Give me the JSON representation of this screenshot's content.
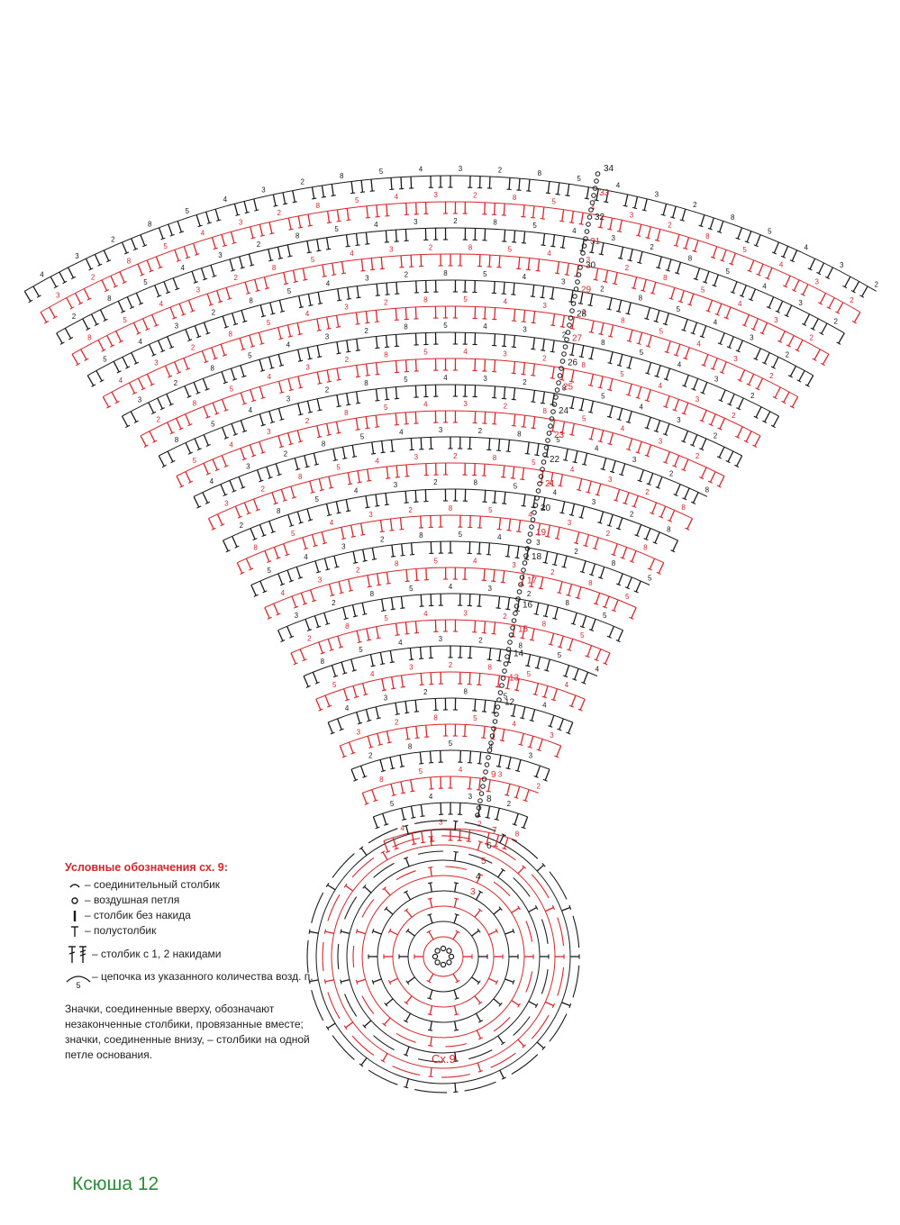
{
  "diagram": {
    "row_labels": [
      "3",
      "4",
      "5",
      "6",
      "7",
      "8",
      "9",
      "12",
      "13",
      "14",
      "15",
      "16",
      "17",
      "18",
      "19",
      "20",
      "21",
      "22",
      "23",
      "24",
      "25",
      "26",
      "27",
      "28",
      "29",
      "30",
      "31",
      "32",
      "33",
      "34"
    ],
    "chain_labels": [
      "2",
      "3",
      "4",
      "5",
      "8"
    ],
    "colors": {
      "red": "#d6262b",
      "black": "#1a1a1a",
      "cyan": "#3aa7d8"
    }
  },
  "legend": {
    "title": "Условные обозначения сх. 9:",
    "items": [
      {
        "icon": "slip-stitch-icon",
        "text": "– соединительный столбик"
      },
      {
        "icon": "chain-loop-icon",
        "text": "– воздушная петля"
      },
      {
        "icon": "single-crochet-icon",
        "text": "– столбик без накида"
      },
      {
        "icon": "half-double-crochet-icon",
        "text": "– полустолбик"
      },
      {
        "icon": "double-treble-crochet-icon",
        "text": "– столбик с 1, 2 накидами"
      },
      {
        "icon": "chain-arc-icon",
        "arc_label": "5",
        "text": "– цепочка из указанного количества возд. п."
      }
    ],
    "note": "Значки, соединенные вверху, обозначают незаконченные столбики, провязанные вместе; значки, соединенные внизу, – столбики на одной петле основания."
  },
  "caption": "Сх.9",
  "footer": "Ксюша 12"
}
